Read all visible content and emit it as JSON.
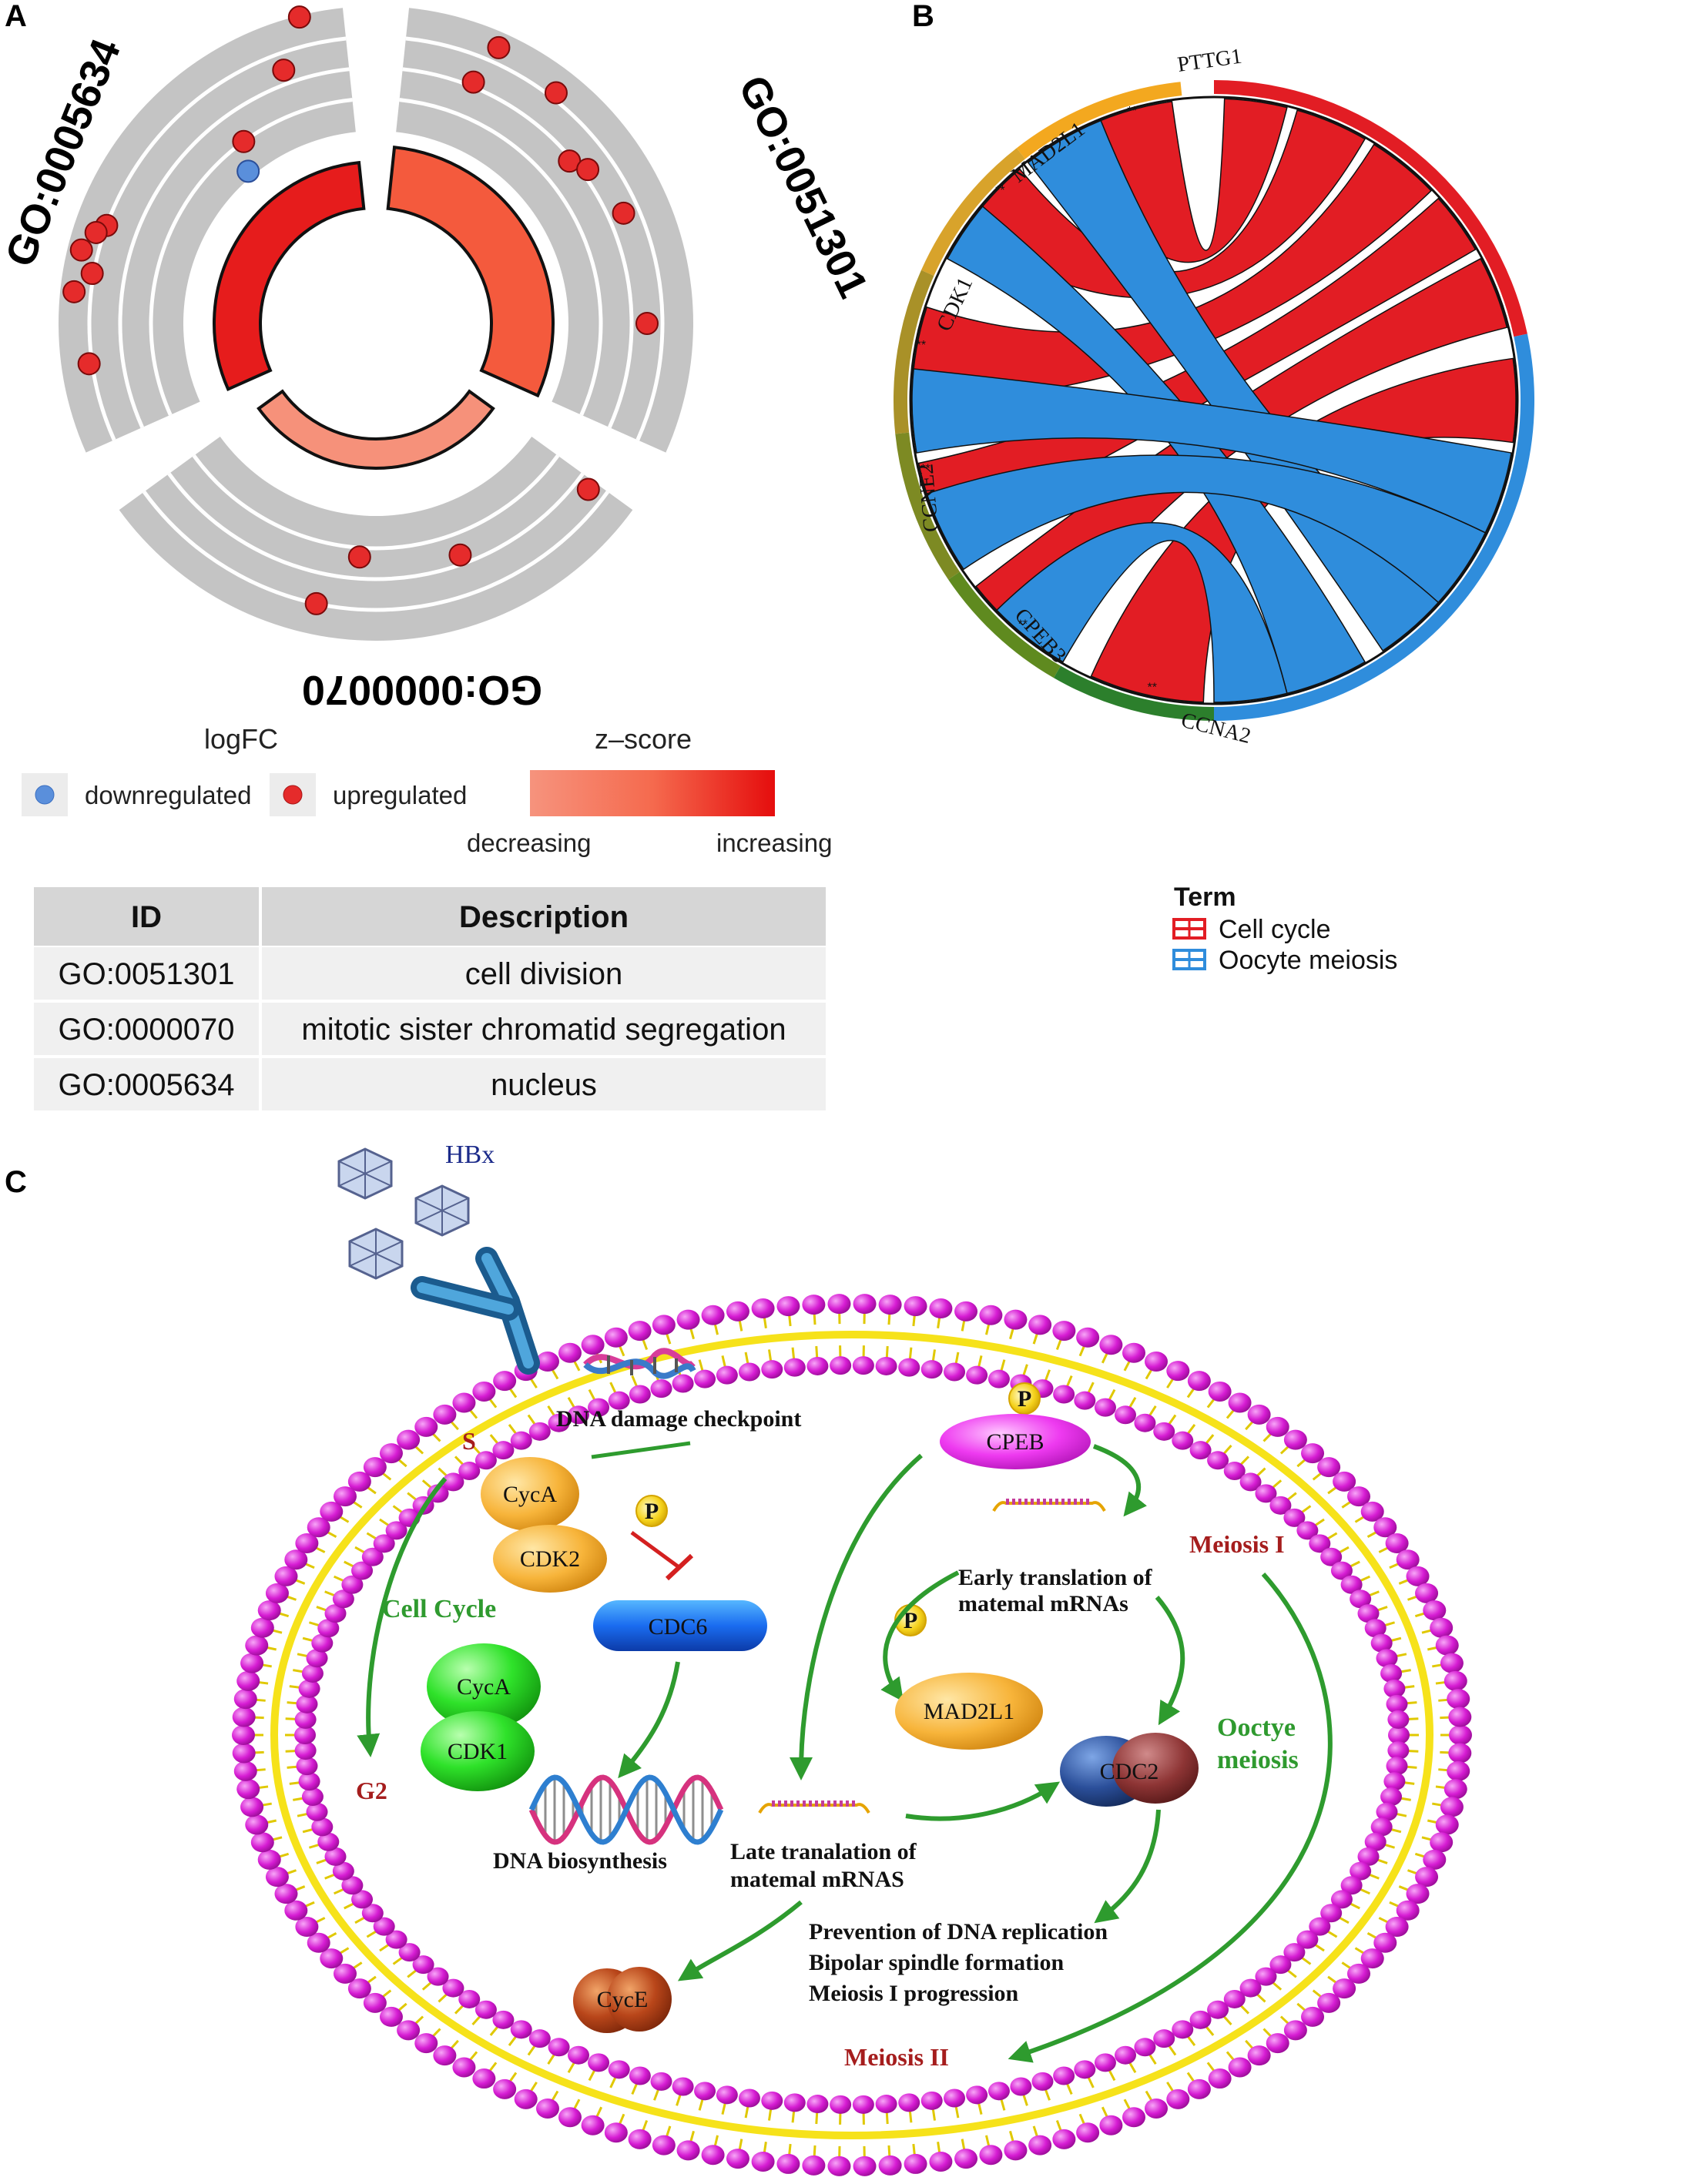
{
  "panels": {
    "a": "A",
    "b": "B",
    "c": "C"
  },
  "panel_a": {
    "go_labels": {
      "left": "GO:0005634",
      "right": "GO:0051301",
      "bottom": "GO:0000070"
    },
    "legend": {
      "logfc_title": "logFC",
      "down_label": "downregulated",
      "up_label": "upregulated",
      "zscore_title": "z–score",
      "decreasing": "decreasing",
      "increasing": "increasing"
    },
    "colors": {
      "up": "#e52b2b",
      "down": "#5a8fdb",
      "track": "#c4c4c4",
      "sector_right": "#f45a3d",
      "sector_left": "#e61c1c",
      "sector_bottom": "#f6917a"
    },
    "table": {
      "headers": [
        "ID",
        "Description"
      ],
      "rows": [
        [
          "GO:0051301",
          "cell division"
        ],
        [
          "GO:0000070",
          "mitotic sister chromatid segregation"
        ],
        [
          "GO:0005634",
          "nucleus"
        ]
      ]
    }
  },
  "panel_b": {
    "genes": [
      "PTTG1",
      "MAD2L1",
      "CDK1",
      "CCNE2",
      "CPEB3",
      "CCNA2"
    ],
    "significance_mark": "**",
    "legend": {
      "title": "Term",
      "items": [
        "Cell cycle",
        "Oocyte meiosis"
      ]
    },
    "colors": {
      "cell_cycle": "#e21d24",
      "oocyte_meiosis": "#2f8ddc"
    }
  },
  "panel_c": {
    "labels": {
      "hbx": "HBx",
      "dna_damage": "DNA damage checkpoint",
      "s_phase": "S",
      "g2_phase": "G2",
      "cell_cycle": "Cell Cycle",
      "dna_biosynthesis": "DNA biosynthesis",
      "late_translation_1": "Late tranalation of",
      "late_translation_2": "matemal mRNAS",
      "early_translation_1": "Early translation of",
      "early_translation_2": "matemal mRNAs",
      "meiosis_1": "Meiosis I",
      "meiosis_2": "Meiosis II",
      "oocyte_meiosis_1": "Ooctye",
      "oocyte_meiosis_2": "meiosis",
      "outcome_1": "Prevention of DNA replication",
      "outcome_2": "Bipolar spindle formation",
      "outcome_3": "Meiosis I progression"
    },
    "proteins": {
      "cyca_top": "CycA",
      "cdk2": "CDK2",
      "cdc6": "CDC6",
      "cyca_green": "CycA",
      "cdk1": "CDK1",
      "cpeb": "CPEB",
      "mad2l1": "MAD2L1",
      "cdc2": "CDC2",
      "cyce": "CycE",
      "phospho": "P"
    }
  }
}
